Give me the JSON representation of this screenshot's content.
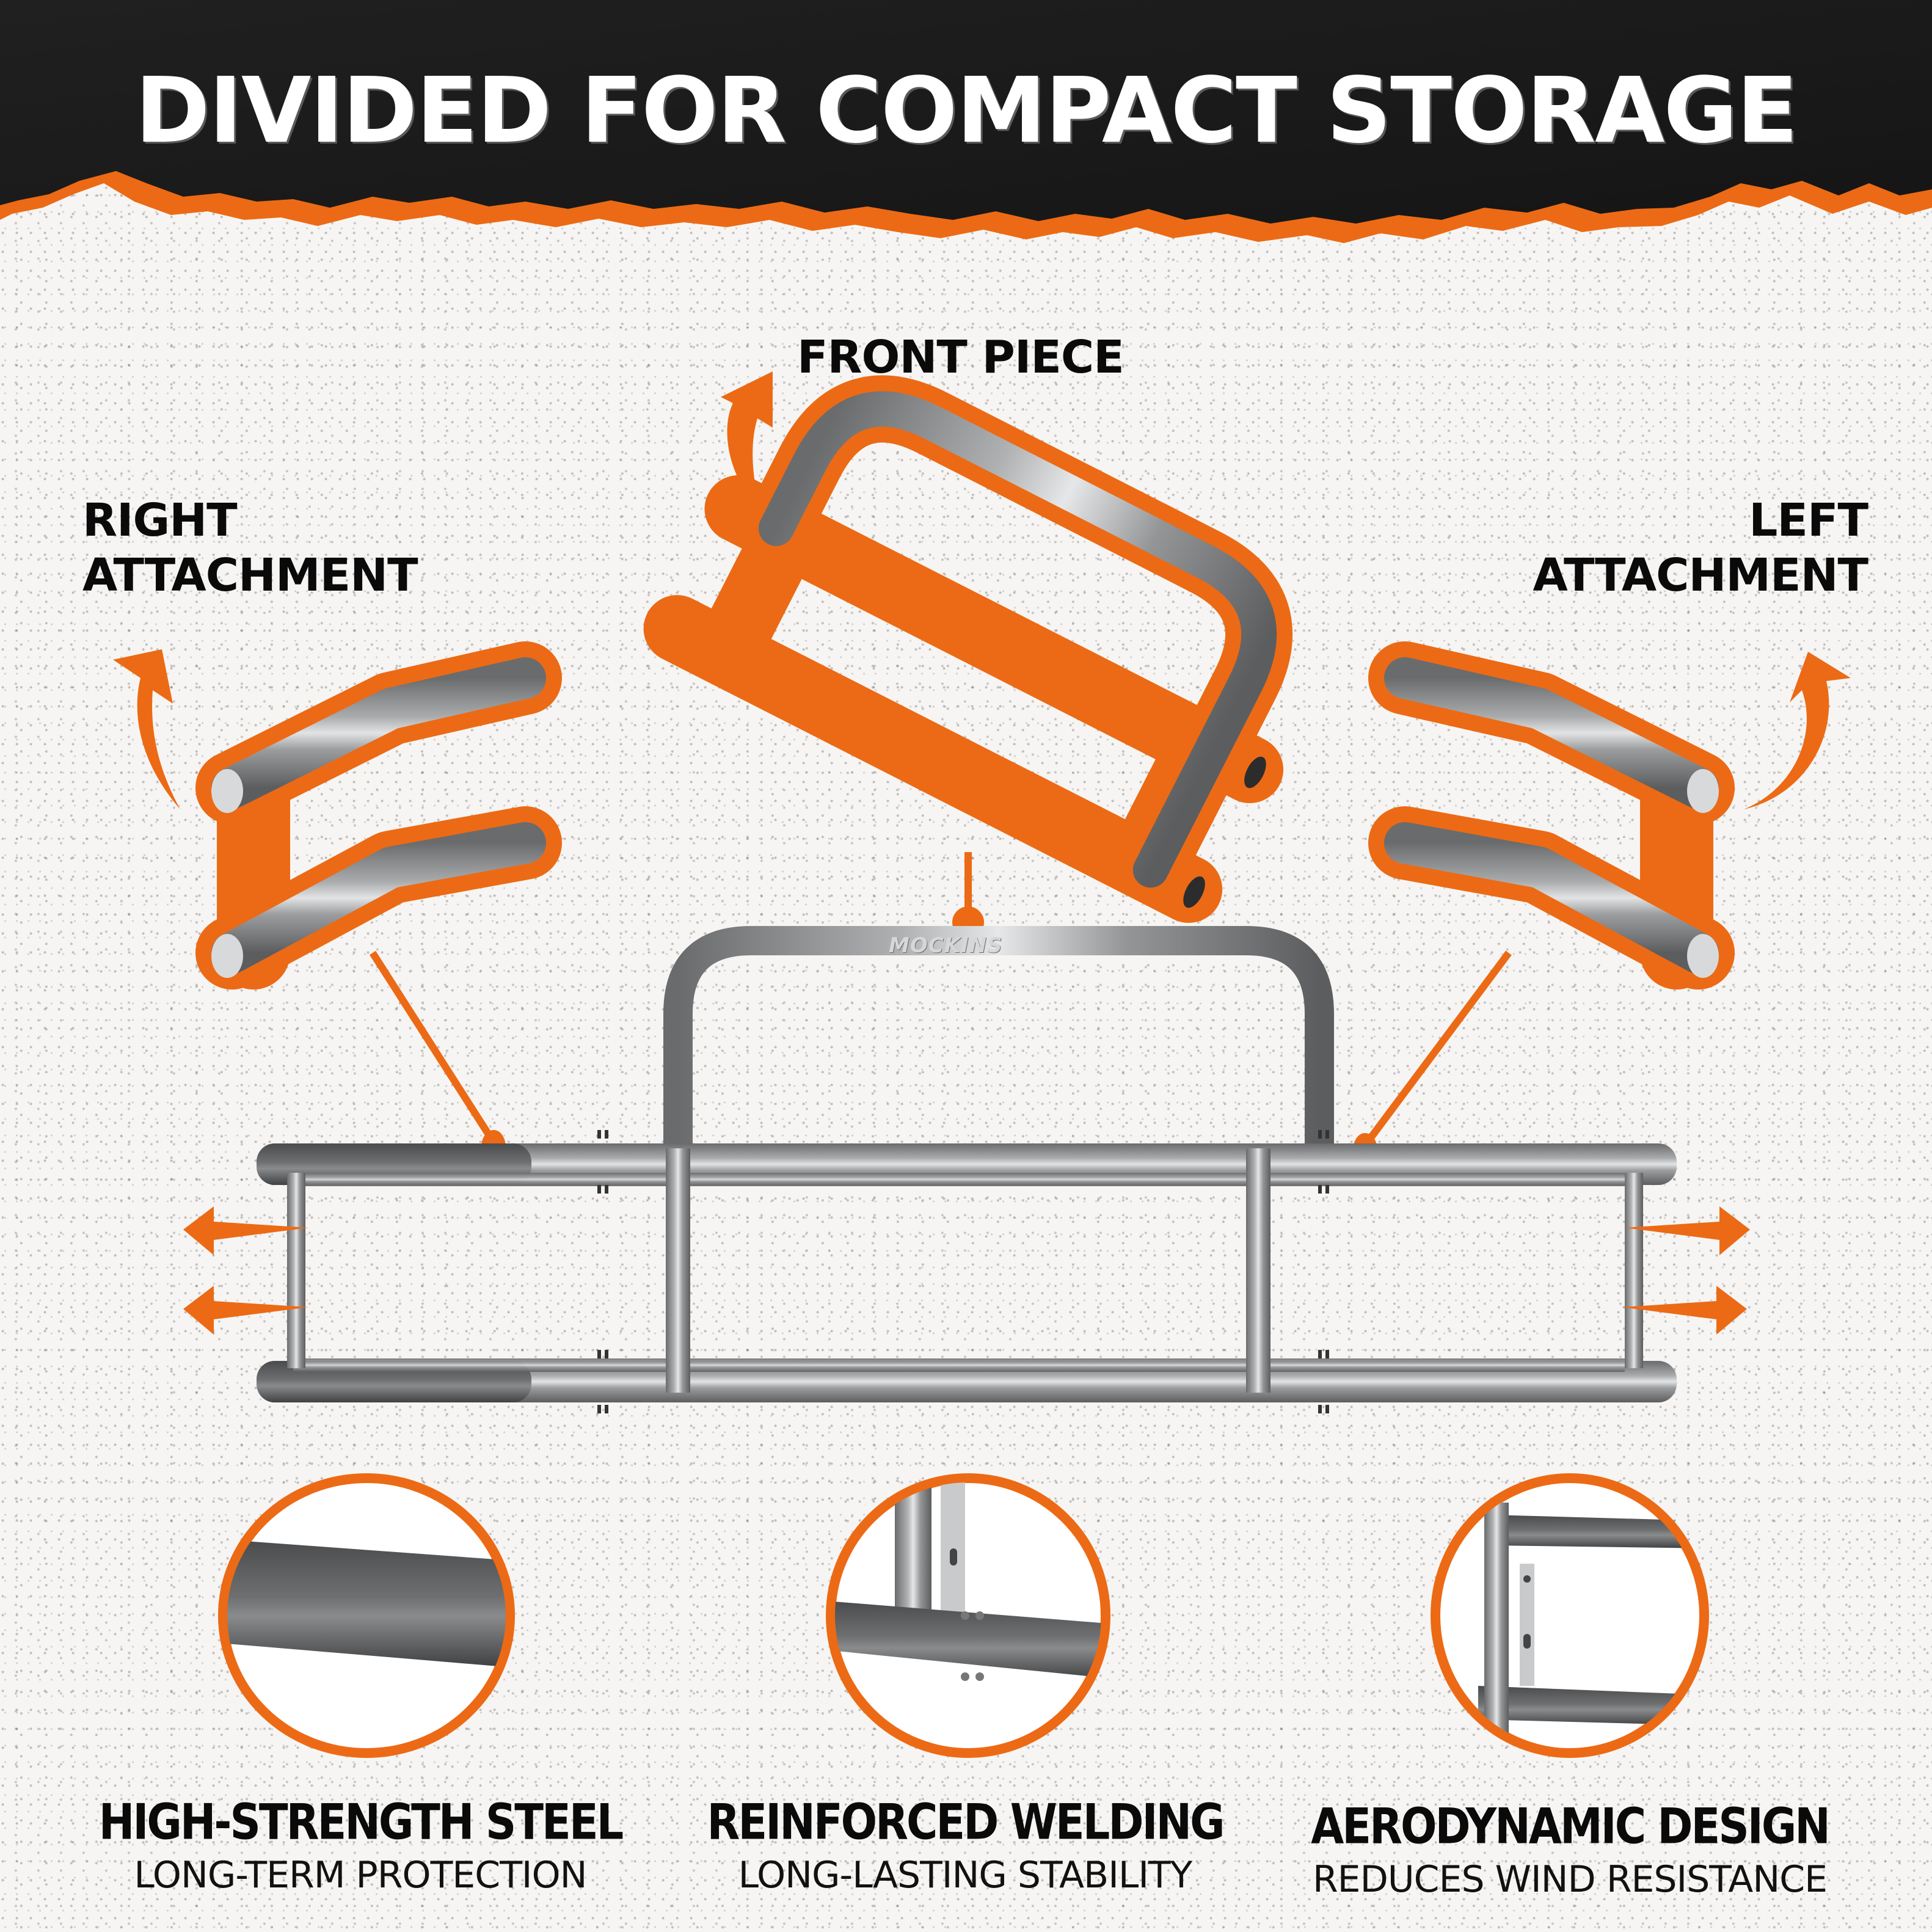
{
  "header": {
    "title": "DIVIDED FOR COMPACT STORAGE"
  },
  "colors": {
    "accent_orange": "#EC6A15",
    "banner_black": "#1c1c1c",
    "steel_dark": "#5f6062",
    "steel_mid": "#8d8e90",
    "steel_light": "#d4d5d6",
    "text_black": "#0a0a0a",
    "background": "#f6f5f3"
  },
  "callouts": {
    "front_piece": "FRONT PIECE",
    "right_attachment_line1": "RIGHT",
    "right_attachment_line2": "ATTACHMENT",
    "left_attachment_line1": "LEFT",
    "left_attachment_line2": "ATTACHMENT"
  },
  "product": {
    "brand_logo": "MOCKINS",
    "parts": [
      "front-piece",
      "right-attachment",
      "left-attachment",
      "center-assembly"
    ]
  },
  "icons": {
    "curved_arrow": "curved-arrow-up",
    "expand_arrow_left": "arrow-left",
    "expand_arrow_right": "arrow-right"
  },
  "features": [
    {
      "title": "HIGH-STRENGTH STEEL",
      "subtitle": "LONG-TERM PROTECTION"
    },
    {
      "title": "REINFORCED WELDING",
      "subtitle": "LONG-LASTING STABILITY"
    },
    {
      "title": "AERODYNAMIC DESIGN",
      "subtitle": "REDUCES WIND RESISTANCE"
    }
  ]
}
